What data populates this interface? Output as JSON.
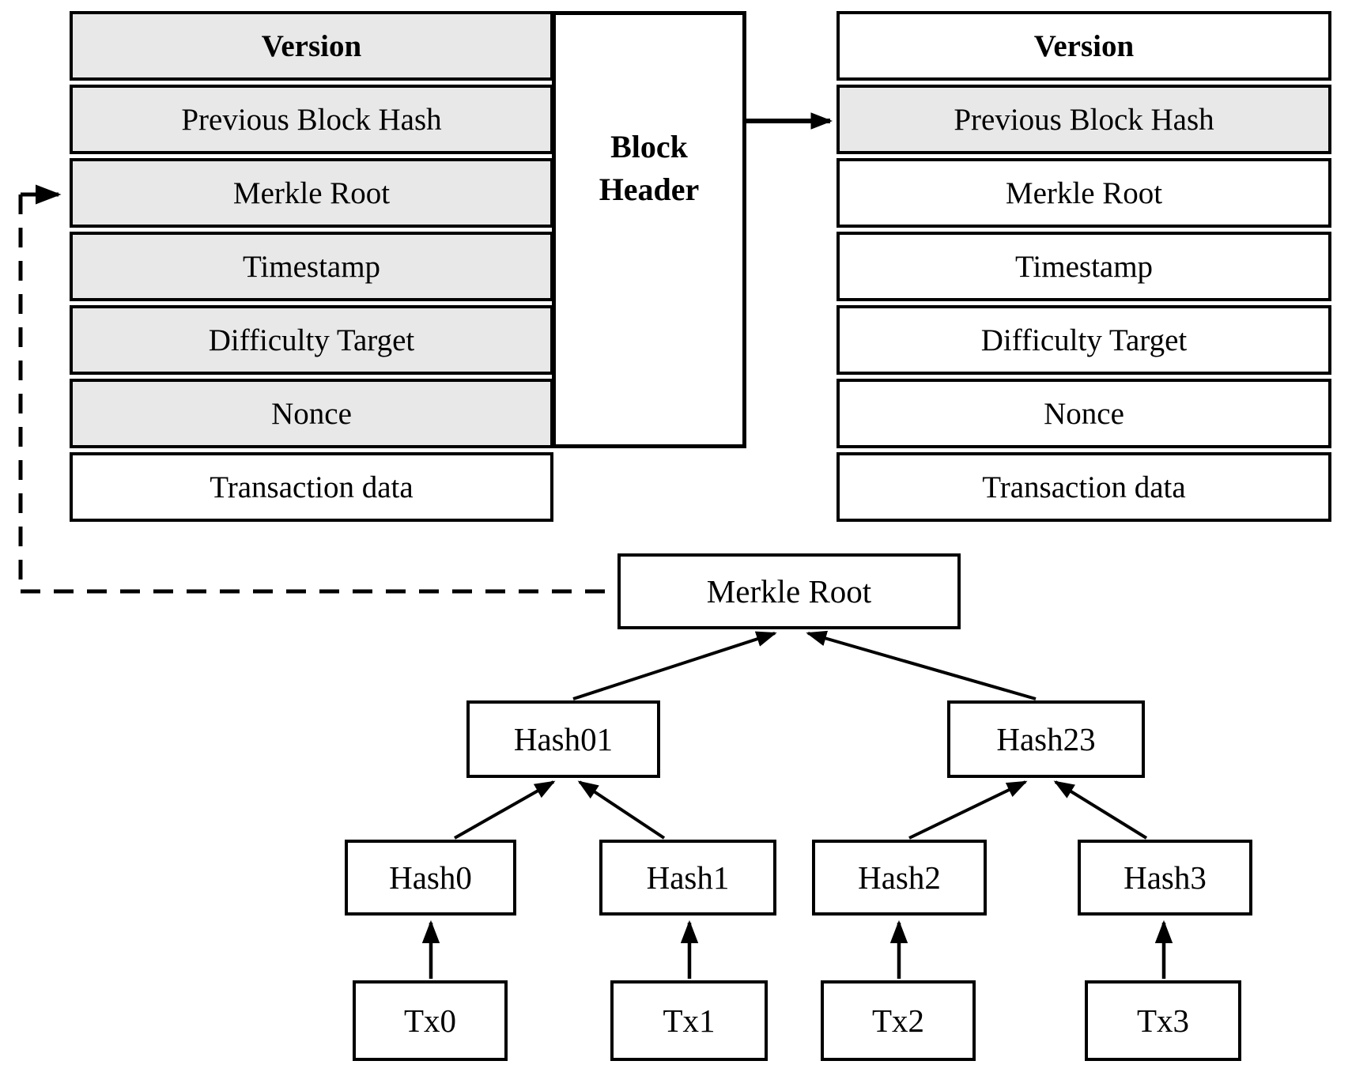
{
  "figure": {
    "background_color": "#ffffff",
    "line_color": "#000000",
    "shaded_row_color": "#e8e8e8"
  },
  "left_block": {
    "rows": [
      "Version",
      "Previous Block Hash",
      "Merkle Root",
      "Timestamp",
      "Difficulty Target",
      "Nonce",
      "Transaction data"
    ]
  },
  "right_block": {
    "rows": [
      "Version",
      "Previous Block Hash",
      "Merkle Root",
      "Timestamp",
      "Difficulty Target",
      "Nonce",
      "Transaction data"
    ]
  },
  "block_header": {
    "label": "Block Header"
  },
  "merkle_tree": {
    "root": "Merkle Root",
    "branches": [
      "Hash01",
      "Hash23"
    ],
    "leaves": [
      "Hash0",
      "Hash1",
      "Hash2",
      "Hash3"
    ],
    "transactions": [
      "Tx0",
      "Tx1",
      "Tx2",
      "Tx3"
    ]
  }
}
